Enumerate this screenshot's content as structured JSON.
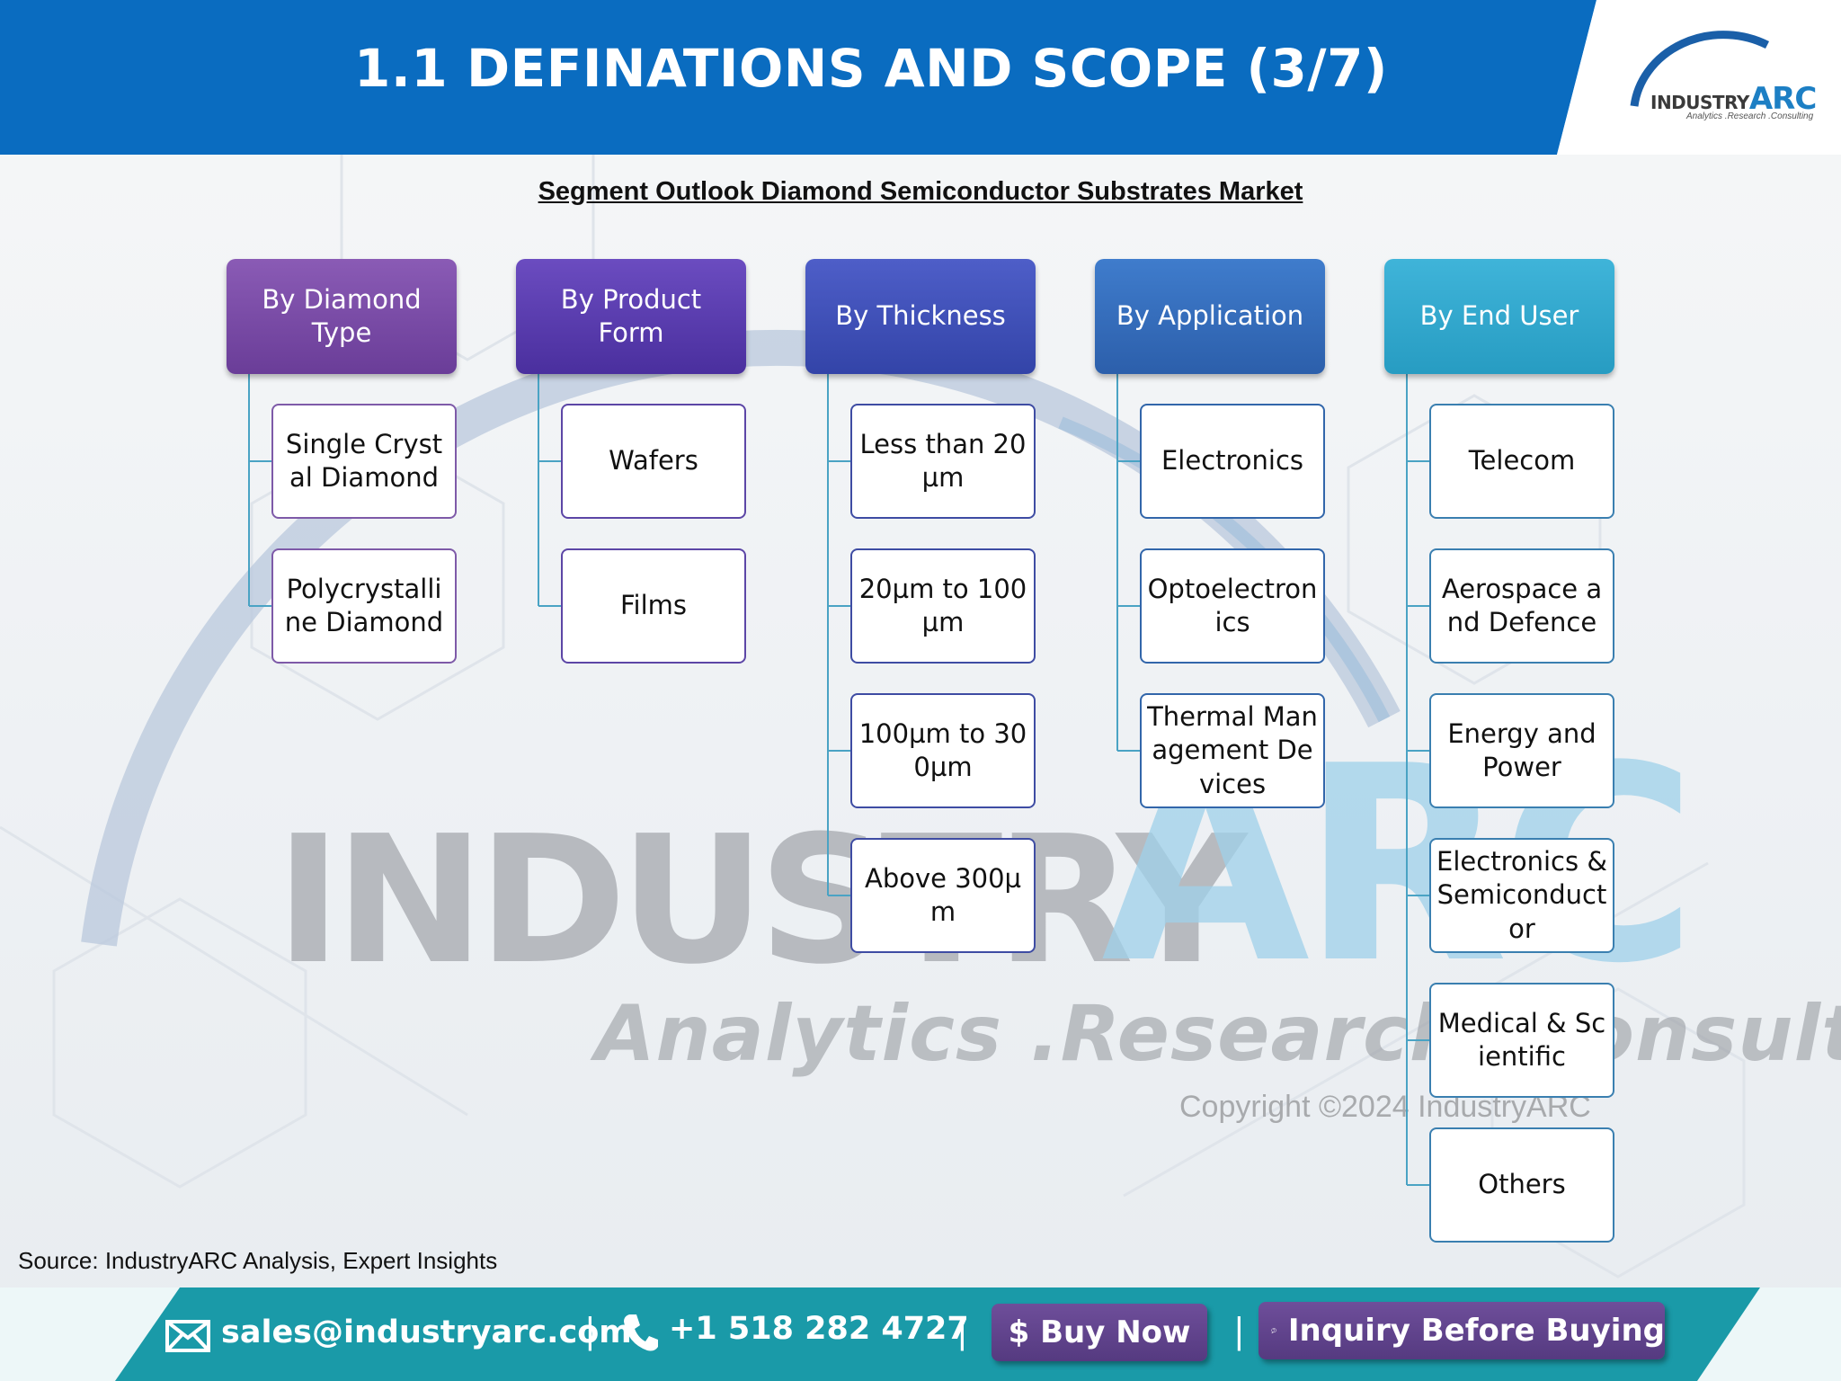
{
  "header": {
    "title": "1.1 DEFINATIONS AND SCOPE (3/7)",
    "logo_industry": "INDUSTRY",
    "logo_arc": "ARC",
    "logo_tagline": "Analytics .Research .Consulting"
  },
  "subtitle": "Segment Outlook Diamond Semiconductor Substrates  Market",
  "segments": [
    {
      "title": "By Diamond Type",
      "items": [
        "Single Crystal Diamond",
        "Polycrystalline Diamond"
      ]
    },
    {
      "title": "By Product Form",
      "items": [
        "Wafers",
        "Films"
      ]
    },
    {
      "title": "By Thickness",
      "items": [
        "Less than 20µm",
        "20µm to 100µm",
        "100µm to 300µm",
        "Above 300µm"
      ]
    },
    {
      "title": "By Application",
      "items": [
        "Electronics",
        "Optoelectronics",
        "Thermal Management Devices"
      ]
    },
    {
      "title": "By End User",
      "items": [
        "Telecom",
        "Aerospace and Defence",
        "Energy and Power",
        "Electronics & Semiconductor",
        "Medical & Scientific",
        "Others"
      ]
    }
  ],
  "watermark": {
    "industry": "INDUSTRY",
    "arc": "ARC",
    "tagline": "Analytics .Research .Consulting",
    "copyright": "Copyright ©2024 IndustryARC"
  },
  "source": "Source: IndustryARC Analysis, Expert Insights",
  "footer": {
    "email": "sales@industryarc.com",
    "phone": "+1 518 282 4727",
    "buy_label": "$ Buy Now",
    "inquiry_label": "Inquiry Before Buying",
    "separator": "|"
  },
  "colors": {
    "header_blue": "#0a6cc0",
    "footer_teal": "#1a9aa8",
    "button_purple": "#5f4389"
  }
}
